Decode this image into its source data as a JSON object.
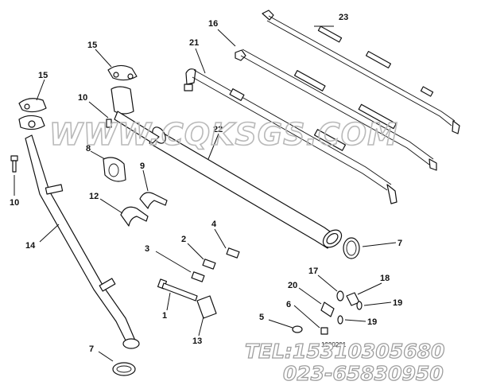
{
  "callouts": [
    {
      "id": "c23",
      "label": "23"
    },
    {
      "id": "c16",
      "label": "16"
    },
    {
      "id": "c21",
      "label": "21"
    },
    {
      "id": "c15a",
      "label": "15"
    },
    {
      "id": "c15b",
      "label": "15"
    },
    {
      "id": "c10a",
      "label": "10"
    },
    {
      "id": "c22",
      "label": "22"
    },
    {
      "id": "c8",
      "label": "8"
    },
    {
      "id": "c9",
      "label": "9"
    },
    {
      "id": "c12",
      "label": "12"
    },
    {
      "id": "c10b",
      "label": "10"
    },
    {
      "id": "c14",
      "label": "14"
    },
    {
      "id": "c4",
      "label": "4"
    },
    {
      "id": "c2",
      "label": "2"
    },
    {
      "id": "c3",
      "label": "3"
    },
    {
      "id": "c7a",
      "label": "7"
    },
    {
      "id": "c17",
      "label": "17"
    },
    {
      "id": "c18",
      "label": "18"
    },
    {
      "id": "c20",
      "label": "20"
    },
    {
      "id": "c19a",
      "label": "19"
    },
    {
      "id": "c6",
      "label": "6"
    },
    {
      "id": "c19b",
      "label": "19"
    },
    {
      "id": "c5",
      "label": "5"
    },
    {
      "id": "c1",
      "label": "1"
    },
    {
      "id": "c13",
      "label": "13"
    },
    {
      "id": "c7b",
      "label": "7"
    }
  ],
  "reference_code": "1000201",
  "watermarks": {
    "site": "WWW.CQKSGS.COM",
    "phone": "TEL:15310305680",
    "phone2": "023-65830950"
  }
}
